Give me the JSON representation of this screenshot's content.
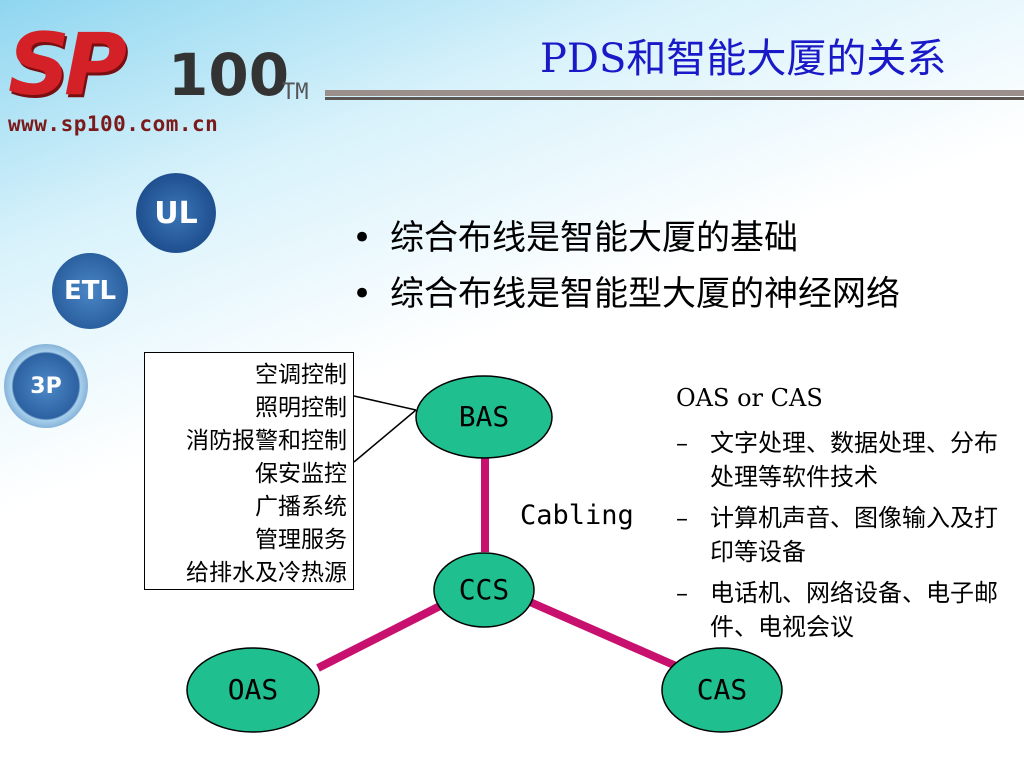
{
  "header": {
    "logo_text": "SP",
    "logo_number": "100",
    "logo_tm": "TM",
    "logo_url": "www.sp100.com.cn",
    "title": "PDS和智能大厦的关系"
  },
  "badges": {
    "ul": "UL",
    "etl": "ETL",
    "third_party": "3P"
  },
  "bullets": [
    "综合布线是智能大厦的基础",
    "综合布线是智能型大厦的神经网络"
  ],
  "bullet_marker": "•",
  "functions_box": [
    "空调控制",
    "照明控制",
    "消防报警和控制",
    "保安监控",
    "广播系统",
    "管理服务",
    "给排水及冷热源"
  ],
  "diagram": {
    "nodes": {
      "bas": "BAS",
      "ccs": "CCS",
      "oas": "OAS",
      "cas": "CAS"
    },
    "edge_label": "Cabling",
    "node_fill": "#1fbf8f",
    "edge_color": "#c8106e"
  },
  "panel": {
    "heading": "OAS  or  CAS",
    "dash": "–",
    "items": [
      "文字处理、数据处理、分布处理等软件技术",
      "计算机声音、图像输入及打印等设备",
      "电话机、网络设备、电子邮件、电视会议"
    ]
  }
}
